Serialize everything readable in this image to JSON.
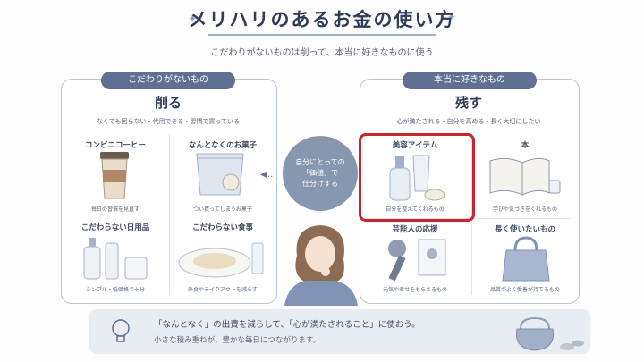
{
  "header": {
    "title": "メリハリのあるお金の使い方",
    "subtitle": "こだわりがないものは削って、本当に好きなものに使う"
  },
  "left_panel": {
    "tag": "こだわりがないもの",
    "heading": "削る",
    "description": "なくても困らない・代用できる・習慣で買っている",
    "items": [
      {
        "title": "コンビニコーヒー",
        "caption": "毎日の習慣を見直す"
      },
      {
        "title": "なんとなくのお菓子",
        "caption": "つい買ってしまうお菓子"
      },
      {
        "title": "こだわらない日用品",
        "caption": "シンプル・低価格で十分"
      },
      {
        "title": "こだわらない食事",
        "caption": "外食やテイクアウトを減らす"
      }
    ]
  },
  "right_panel": {
    "tag": "本当に好きなもの",
    "heading": "残す",
    "description": "心が満たされる・自分を高める・長く大切にしたい",
    "items": [
      {
        "title": "美容アイテム",
        "caption": "自分を整えてくれるもの"
      },
      {
        "title": "本",
        "caption": "学びや気づきをくれるもの"
      },
      {
        "title": "芸能人の応援",
        "caption": "元気や幸せをもらえるもの"
      },
      {
        "title": "長く使いたいもの",
        "caption": "品質がよく愛着が持てるもの"
      }
    ]
  },
  "center": {
    "line1": "自分にとっての",
    "line2": "「価値」で",
    "line3": "仕分けする"
  },
  "footer": {
    "main": "「なんとなく」の出費を減らして、「心が満たされること」に使おう。",
    "sub": "小さな積み重ねが、豊かな毎日につながります。"
  },
  "colors": {
    "accent": "#5f7092",
    "highlight": "#c8262b",
    "footer_bg": "#e8edf4"
  }
}
